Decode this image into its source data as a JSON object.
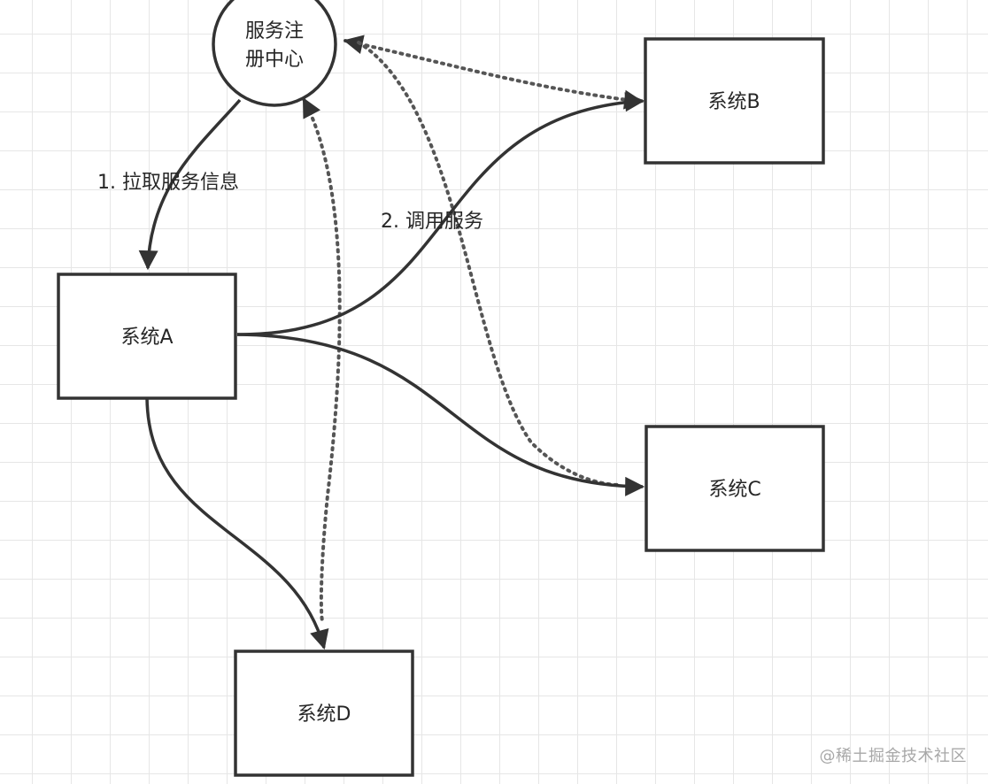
{
  "nodes": {
    "registry_line1": "服务注",
    "registry_line2": "册中心",
    "system_a": "系统A",
    "system_b": "系统B",
    "system_c": "系统C",
    "system_d": "系统D"
  },
  "edges": {
    "pull_label": "1. 拉取服务信息",
    "call_label": "2. 调用服务"
  },
  "watermark": "@稀土掘金技术社区",
  "colors": {
    "stroke": "#333333",
    "text": "#262626",
    "grid": "#e6e6e6",
    "watermark": "#a8a8a8"
  }
}
